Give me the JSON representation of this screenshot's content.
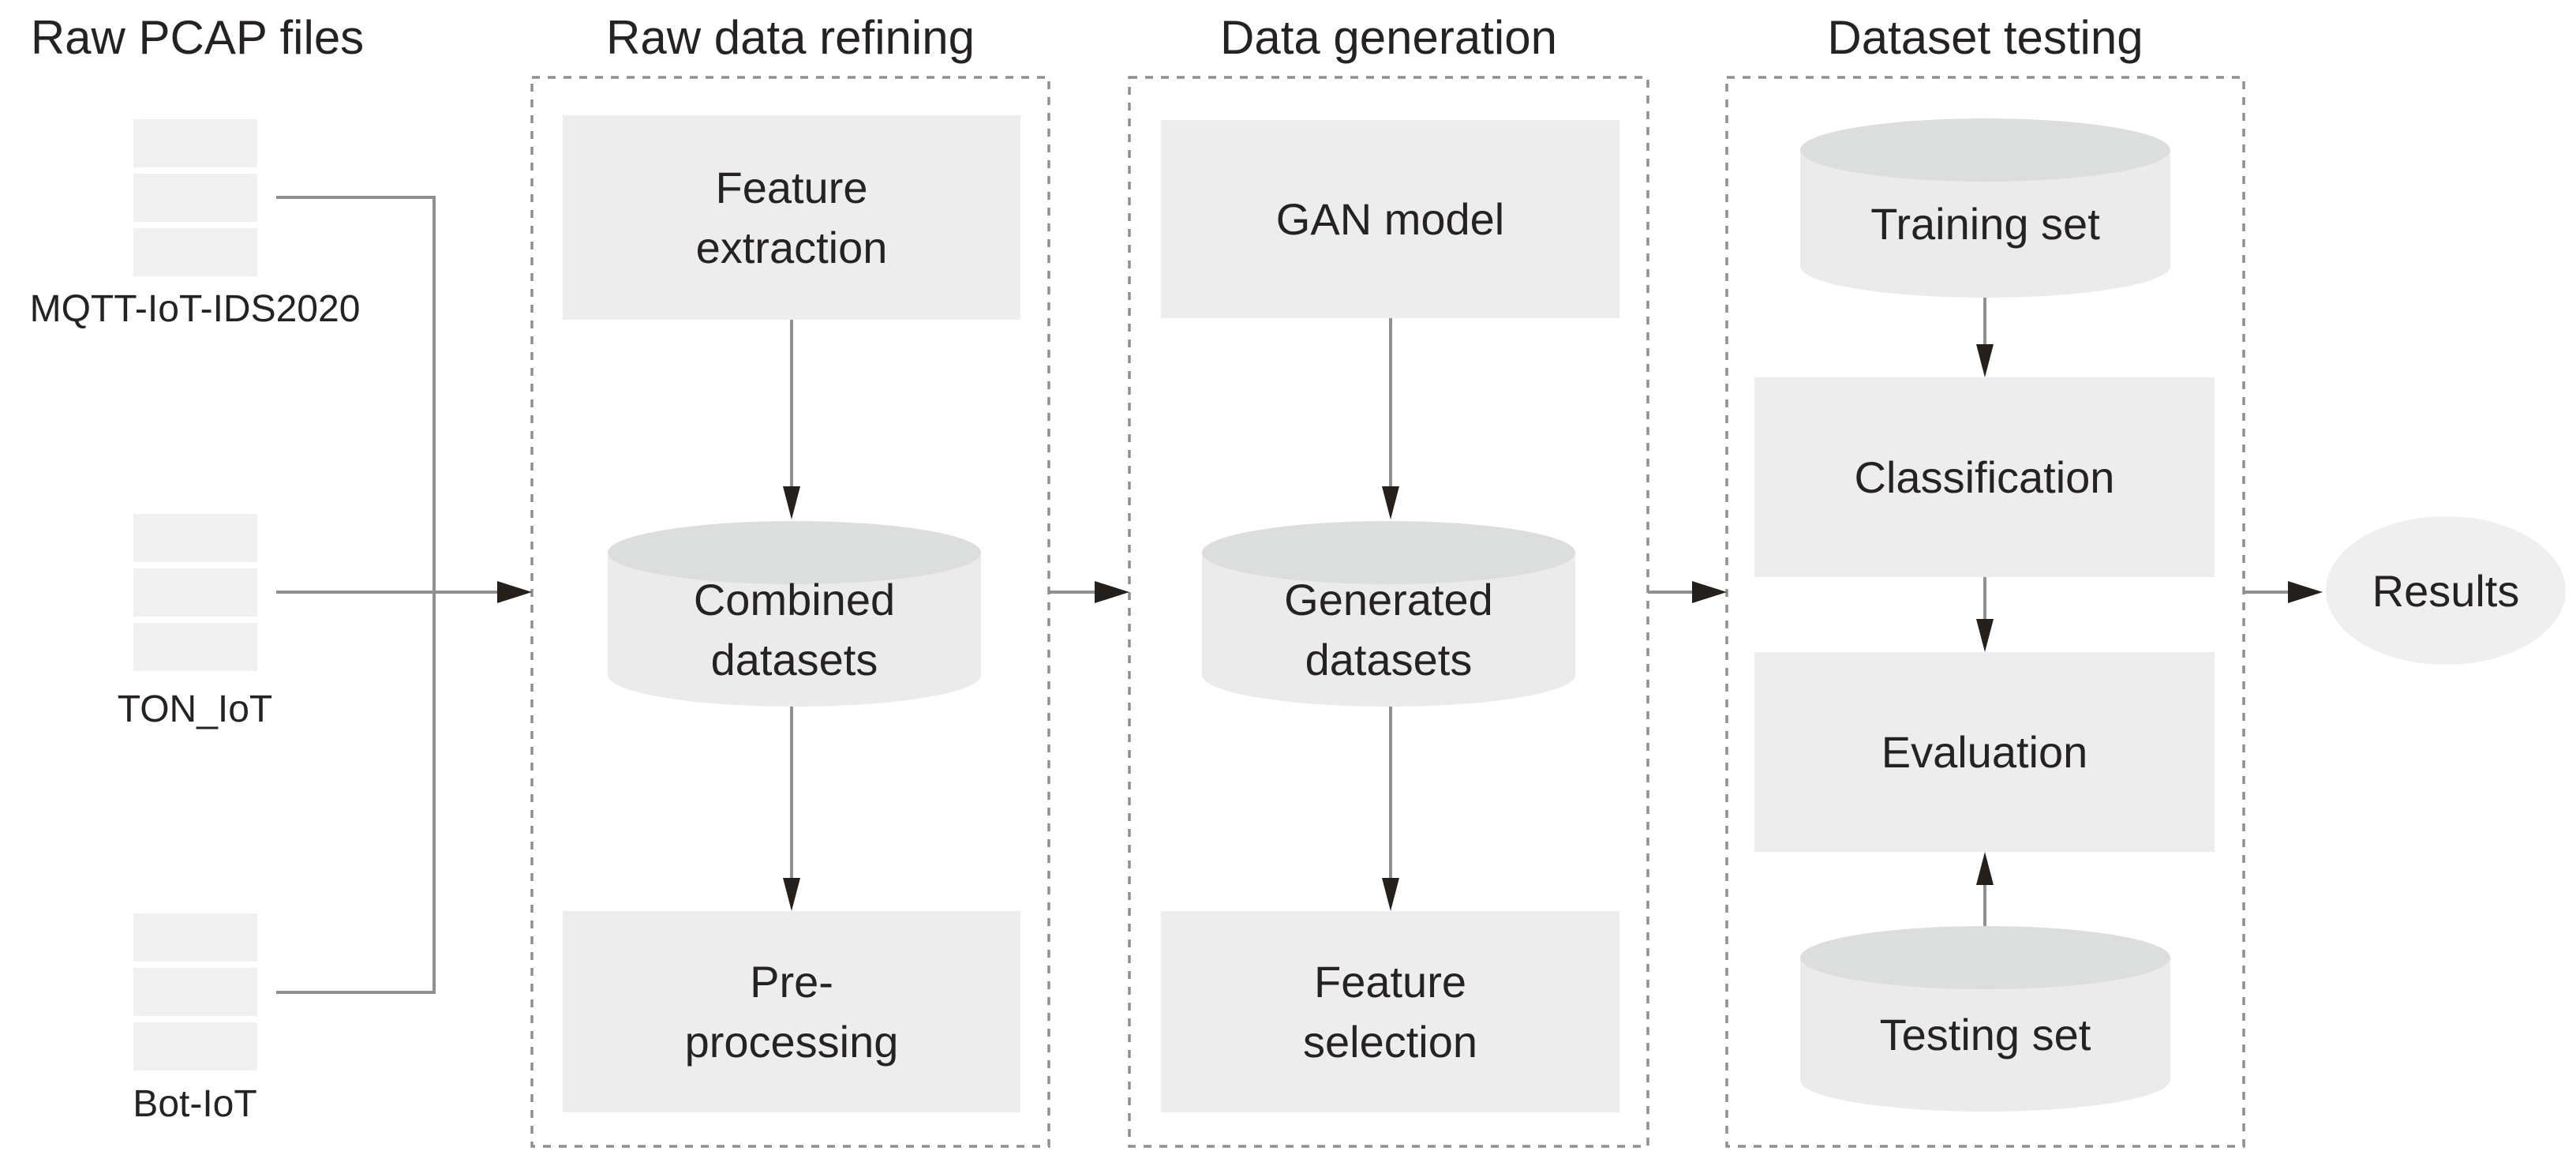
{
  "colors": {
    "background": "#ffffff",
    "box_fill": "#ededed",
    "file_fill": "#f0f0f0",
    "cylinder_body": "#ebebeb",
    "cylinder_top": "#dcdedd",
    "results_fill": "#efefef",
    "line": "#909090",
    "dash": "#8f8f8f",
    "arrowhead": "#25201c",
    "text": "#262223"
  },
  "columns": {
    "raw_pcap": {
      "title": "Raw PCAP files"
    },
    "refining": {
      "title": "Raw data refining"
    },
    "generation": {
      "title": "Data generation"
    },
    "testing": {
      "title": "Dataset testing"
    }
  },
  "sources": [
    {
      "label": "MQTT-IoT-IDS2020"
    },
    {
      "label": "TON_IoT"
    },
    {
      "label": "Bot-IoT"
    }
  ],
  "nodes": {
    "feature_extraction": {
      "label": "Feature\nextraction"
    },
    "combined_datasets": {
      "label": "Combined\ndatasets"
    },
    "preprocessing": {
      "label": "Pre-\nprocessing"
    },
    "gan_model": {
      "label": "GAN model"
    },
    "generated_datasets": {
      "label": "Generated\ndatasets"
    },
    "feature_selection": {
      "label": "Feature\nselection"
    },
    "training_set": {
      "label": "Training set"
    },
    "classification": {
      "label": "Classification"
    },
    "evaluation": {
      "label": "Evaluation"
    },
    "testing_set": {
      "label": "Testing set"
    },
    "results": {
      "label": "Results"
    }
  }
}
